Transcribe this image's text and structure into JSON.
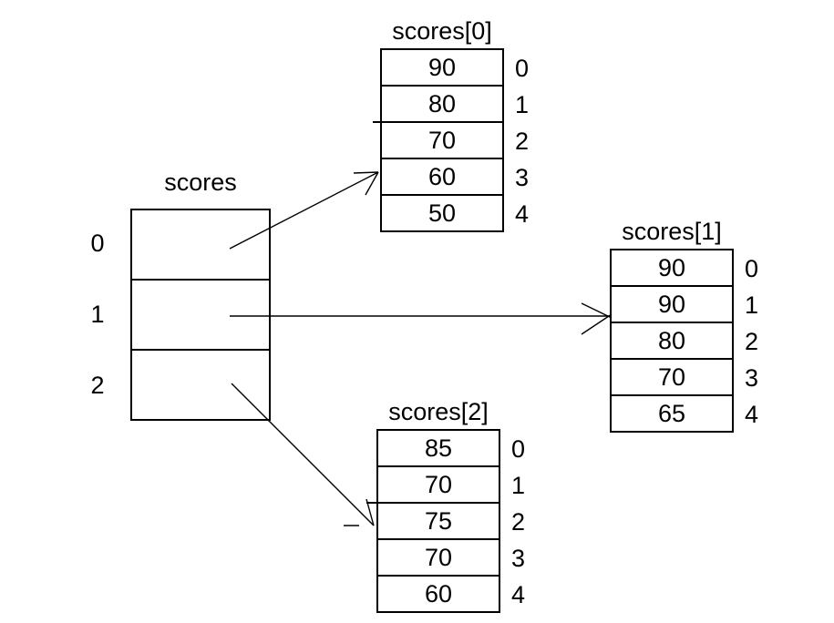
{
  "diagram": {
    "colors": {
      "background": "#ffffff",
      "line": "#000000",
      "text": "#000000"
    },
    "pointer_array": {
      "title": "scores",
      "indices": [
        "0",
        "1",
        "2"
      ],
      "cells": [
        "",
        "",
        ""
      ]
    },
    "arrays": [
      {
        "title": "scores[0]",
        "values": [
          "90",
          "80",
          "70",
          "60",
          "50"
        ],
        "indices": [
          "0",
          "1",
          "2",
          "3",
          "4"
        ]
      },
      {
        "title": "scores[1]",
        "values": [
          "90",
          "90",
          "80",
          "70",
          "65"
        ],
        "indices": [
          "0",
          "1",
          "2",
          "3",
          "4"
        ]
      },
      {
        "title": "scores[2]",
        "values": [
          "85",
          "70",
          "75",
          "70",
          "60"
        ],
        "indices": [
          "0",
          "1",
          "2",
          "3",
          "4"
        ]
      }
    ],
    "arrows": [
      {
        "from": "scores cell 0",
        "to": "scores[0]"
      },
      {
        "from": "scores cell 1",
        "to": "scores[1]"
      },
      {
        "from": "scores cell 2",
        "to": "scores[2]"
      }
    ]
  }
}
